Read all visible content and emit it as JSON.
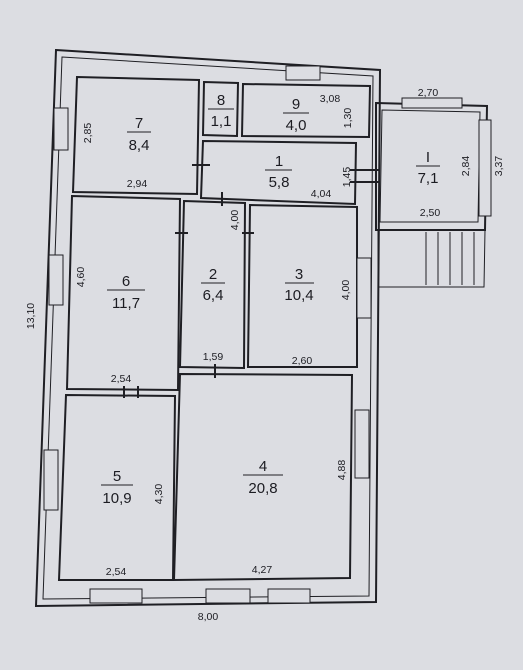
{
  "rooms": [
    {
      "id": "7",
      "area": "8,4"
    },
    {
      "id": "8",
      "area": "1,1"
    },
    {
      "id": "9",
      "area": "4,0"
    },
    {
      "id": "1",
      "area": "5,8"
    },
    {
      "id": "I",
      "area": "7,1"
    },
    {
      "id": "6",
      "area": "11,7"
    },
    {
      "id": "2",
      "area": "6,4"
    },
    {
      "id": "3",
      "area": "10,4"
    },
    {
      "id": "5",
      "area": "10,9"
    },
    {
      "id": "4",
      "area": "20,8"
    }
  ],
  "dimensions": {
    "d_285": "2,85",
    "d_294": "2,94",
    "d_308": "3,08",
    "d_130": "1,30",
    "d_404": "4,04",
    "d_145": "1,45",
    "d_270": "2,70",
    "d_284": "2,84",
    "d_337": "3,37",
    "d_250": "2,50",
    "d_1310": "13,10",
    "d_460": "4,60",
    "d_400a": "4,00",
    "d_400b": "4,00",
    "d_159": "1,59",
    "d_260": "2,60",
    "d_254a": "2,54",
    "d_430": "4,30",
    "d_488": "4,88",
    "d_254b": "2,54",
    "d_427": "4,27",
    "d_800": "8,00"
  }
}
